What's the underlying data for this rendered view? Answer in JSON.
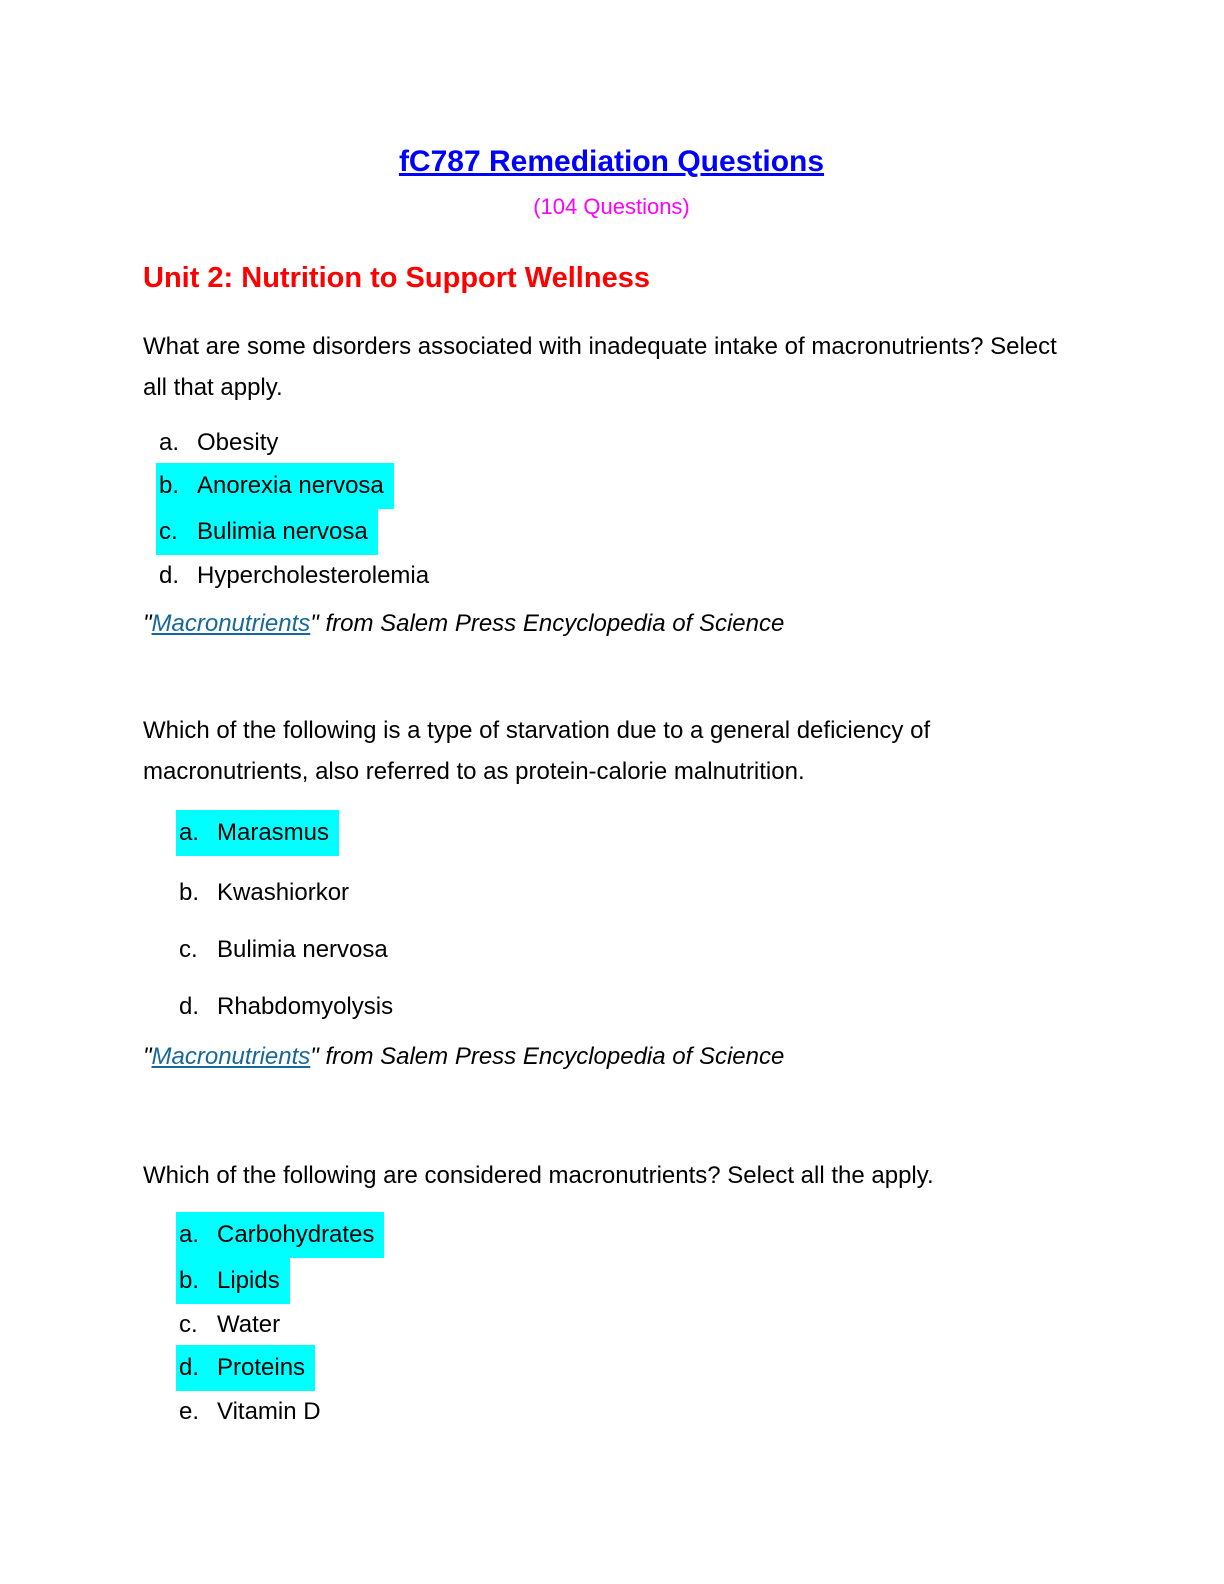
{
  "document": {
    "title": "fC787 Remediation Questions",
    "subtitle": "(104 Questions)",
    "unit_heading": "Unit 2: Nutrition to Support Wellness"
  },
  "colors": {
    "title_blue": "#0000ff",
    "subtitle_magenta": "#ff00ff",
    "heading_red": "#ff0000",
    "highlight_cyan": "#00ffff",
    "citation_link_blue": "#17679a",
    "body_text": "#000000"
  },
  "questions": [
    {
      "text": "What are some disorders associated with inadequate intake of macronutrients? Select all that apply.",
      "options": [
        {
          "label": "a.",
          "text": "Obesity",
          "highlighted": false
        },
        {
          "label": "b.",
          "text": "Anorexia nervosa",
          "highlighted": true
        },
        {
          "label": "c.",
          "text": "Bulimia nervosa",
          "highlighted": true
        },
        {
          "label": "d.",
          "text": "Hypercholesterolemia",
          "highlighted": false
        }
      ]
    },
    {
      "text": "Which of the following is a type of starvation due to a general deficiency of macronutrients, also referred to as protein-calorie malnutrition.",
      "options": [
        {
          "label": "a.",
          "text": "Marasmus",
          "highlighted": true
        },
        {
          "label": "b.",
          "text": "Kwashiorkor",
          "highlighted": false
        },
        {
          "label": "c.",
          "text": "Bulimia nervosa",
          "highlighted": false
        },
        {
          "label": "d.",
          "text": "Rhabdomyolysis",
          "highlighted": false
        }
      ]
    },
    {
      "text": "Which of the following are considered macronutrients? Select all the apply.",
      "options": [
        {
          "label": "a.",
          "text": "Carbohydrates",
          "highlighted": true
        },
        {
          "label": "b.",
          "text": "Lipids",
          "highlighted": true
        },
        {
          "label": "c.",
          "text": "Water",
          "highlighted": false
        },
        {
          "label": "d.",
          "text": "Proteins",
          "highlighted": true
        },
        {
          "label": "e.",
          "text": "Vitamin D",
          "highlighted": false
        }
      ]
    }
  ],
  "citations": [
    {
      "open_quote": "\"",
      "link_text": "Macronutrients",
      "rest": "\" from Salem Press Encyclopedia of Science"
    },
    {
      "open_quote": "\"",
      "link_text": "Macronutrients",
      "rest": "\" from Salem Press Encyclopedia of Science"
    }
  ]
}
